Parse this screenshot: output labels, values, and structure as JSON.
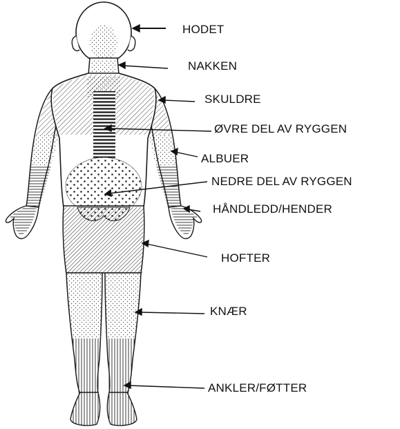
{
  "labels": {
    "head": "HODET",
    "neck": "NAKKEN",
    "shoulders": "SKULDRE",
    "upper_back": "ØVRE DEL AV RYGGEN",
    "elbows": "ALBUER",
    "lower_back": "NEDRE DEL AV RYGGEN",
    "wrists_hands": "HÅNDLEDD/HENDER",
    "hips": "HOFTER",
    "knees": "KNÆR",
    "ankles_feet": "ANKLER/FØTTER"
  },
  "colors": {
    "outline": "#1a1a1a",
    "background": "#ffffff",
    "text": "#111111"
  }
}
